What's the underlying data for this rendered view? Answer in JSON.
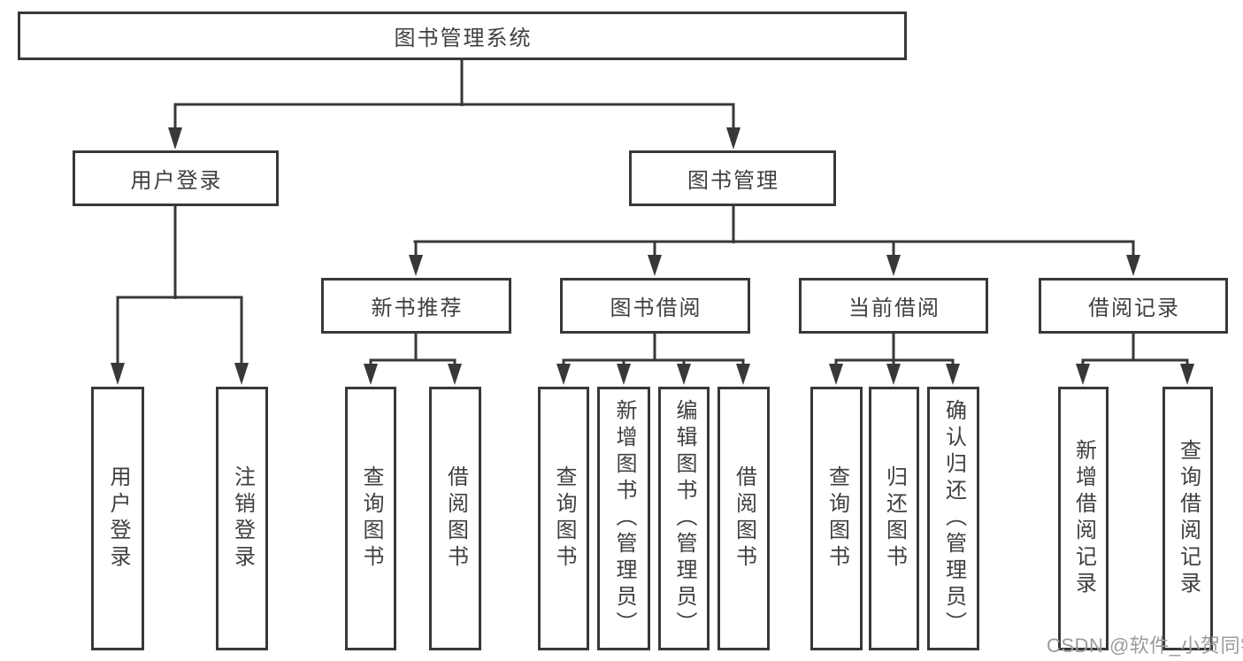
{
  "colors": {
    "line": "#383838",
    "box_border": "#383838",
    "box_fill": "#ffffff",
    "text": "#3f3f3f",
    "watermark": "#9b9b9b",
    "background": "#ffffff"
  },
  "watermark": {
    "text": "CSDN @软件_小贺同学"
  },
  "tree": {
    "root": {
      "label": "图书管理系统"
    },
    "children": [
      {
        "label": "用户登录",
        "children": [
          {
            "label": "用户登录"
          },
          {
            "label": "注销登录"
          }
        ]
      },
      {
        "label": "图书管理",
        "children": [
          {
            "label": "新书推荐",
            "children": [
              {
                "label": "查询图书"
              },
              {
                "label": "借阅图书"
              }
            ]
          },
          {
            "label": "图书借阅",
            "children": [
              {
                "label": "查询图书"
              },
              {
                "label": "新增图书（管理员）"
              },
              {
                "label": "编辑图书（管理员）"
              },
              {
                "label": "借阅图书"
              }
            ]
          },
          {
            "label": "当前借阅",
            "children": [
              {
                "label": "查询图书"
              },
              {
                "label": "归还图书"
              },
              {
                "label": "确认归还（管理员）"
              }
            ]
          },
          {
            "label": "借阅记录",
            "children": [
              {
                "label": "新增借阅记录"
              },
              {
                "label": "查询借阅记录"
              }
            ]
          }
        ]
      }
    ]
  }
}
